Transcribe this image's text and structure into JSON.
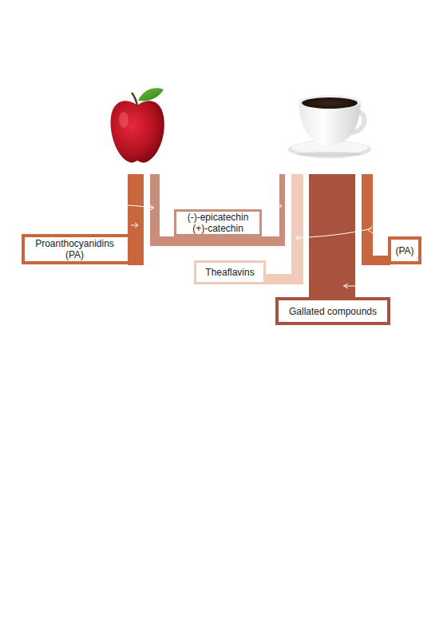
{
  "diagram": {
    "nodes": [
      {
        "text": [
          "Proanthocyanidins (PA)"
        ]
      },
      {
        "text": [
          "(-)-epicatechin",
          "(+)-catechin"
        ]
      },
      {
        "text": [
          "(PA)"
        ]
      },
      {
        "text": [
          "Theaflavins"
        ]
      },
      {
        "text": [
          "Gallated compounds"
        ]
      }
    ]
  }
}
